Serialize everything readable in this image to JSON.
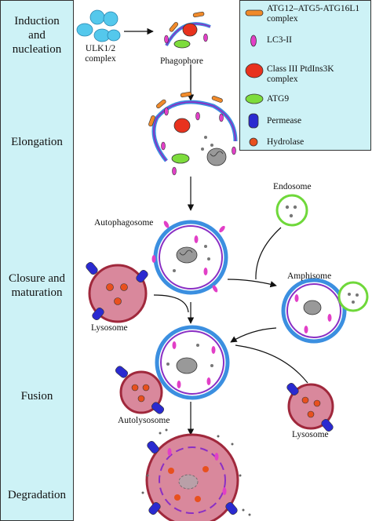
{
  "stages": [
    {
      "label": "Induction\nand\nnucleation"
    },
    {
      "label": "Elongation"
    },
    {
      "label": "Closure and\nmaturation"
    },
    {
      "label": "Fusion"
    },
    {
      "label": "Degradation"
    }
  ],
  "legend": {
    "items": [
      {
        "label": "ATG12–ATG5-ATG16L1\ncomplex",
        "icon": "orange-rod-icon",
        "color": "#f08a2a"
      },
      {
        "label": "LC3-II",
        "icon": "magenta-ellipse-icon",
        "color": "#e23fc7"
      },
      {
        "label": "Class III PtdIns3K\ncomplex",
        "icon": "red-oval-icon",
        "color": "#e8321e"
      },
      {
        "label": "ATG9",
        "icon": "green-oval-icon",
        "color": "#7ddc3c"
      },
      {
        "label": "Permease",
        "icon": "blue-capsule-icon",
        "color": "#2a2ad0"
      },
      {
        "label": "Hydrolase",
        "icon": "red-dot-icon",
        "color": "#e8501e"
      }
    ]
  },
  "labels": {
    "ulk": "ULK1/2\ncomplex",
    "phagophore": "Phagophore",
    "autophagosome": "Autophagosome",
    "endosome": "Endosome",
    "amphisome": "Amphisome",
    "lysosome_left": "Lysosome",
    "lysosome_right": "Lysosome",
    "autolysosome": "Autolysosome"
  },
  "colors": {
    "panel": "#cdf2f6",
    "ulk": "#54c8ec",
    "membrane_outer": "#3b8fe0",
    "membrane_inner": "#8a2fc4",
    "lysosome_fill": "#d9889c",
    "lysosome_edge": "#a0283c",
    "endosome_edge": "#6fd83a",
    "organelle": "#888888"
  }
}
